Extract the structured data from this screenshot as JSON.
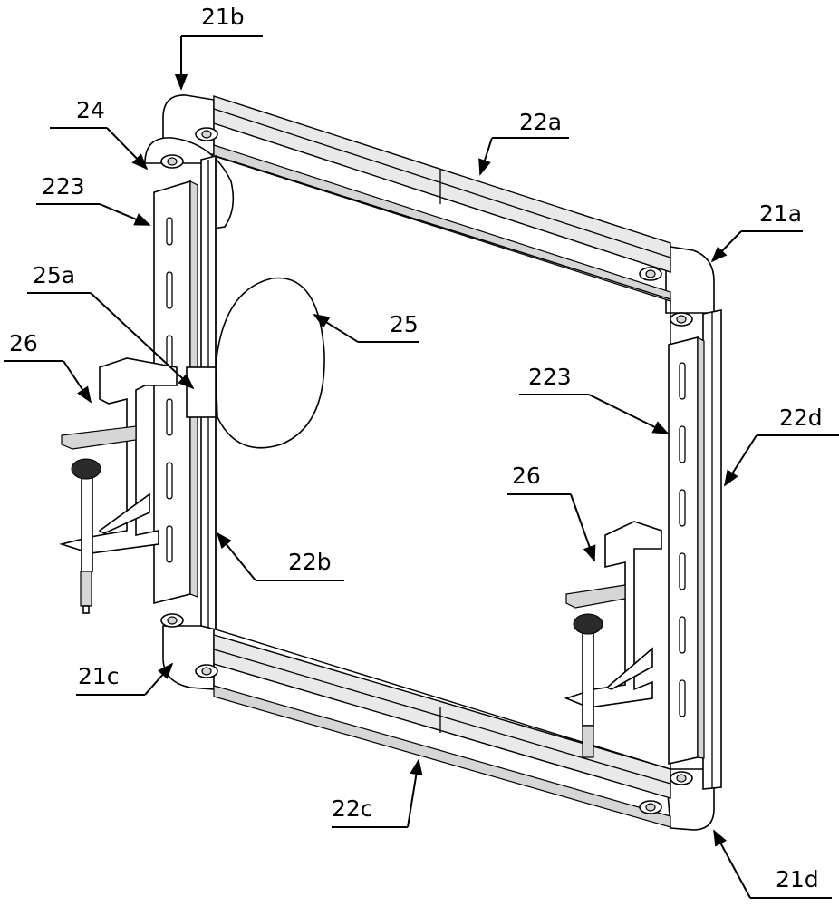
{
  "labels": {
    "l21b": "21b",
    "l22a": "22a",
    "l24": "24",
    "l223_left": "223",
    "l21a": "21a",
    "l25a": "25a",
    "l25": "25",
    "l26_left": "26",
    "l223_right": "223",
    "l22d": "22d",
    "l26_right": "26",
    "l22b": "22b",
    "l21c": "21c",
    "l22c": "22c",
    "l21d": "21d"
  }
}
